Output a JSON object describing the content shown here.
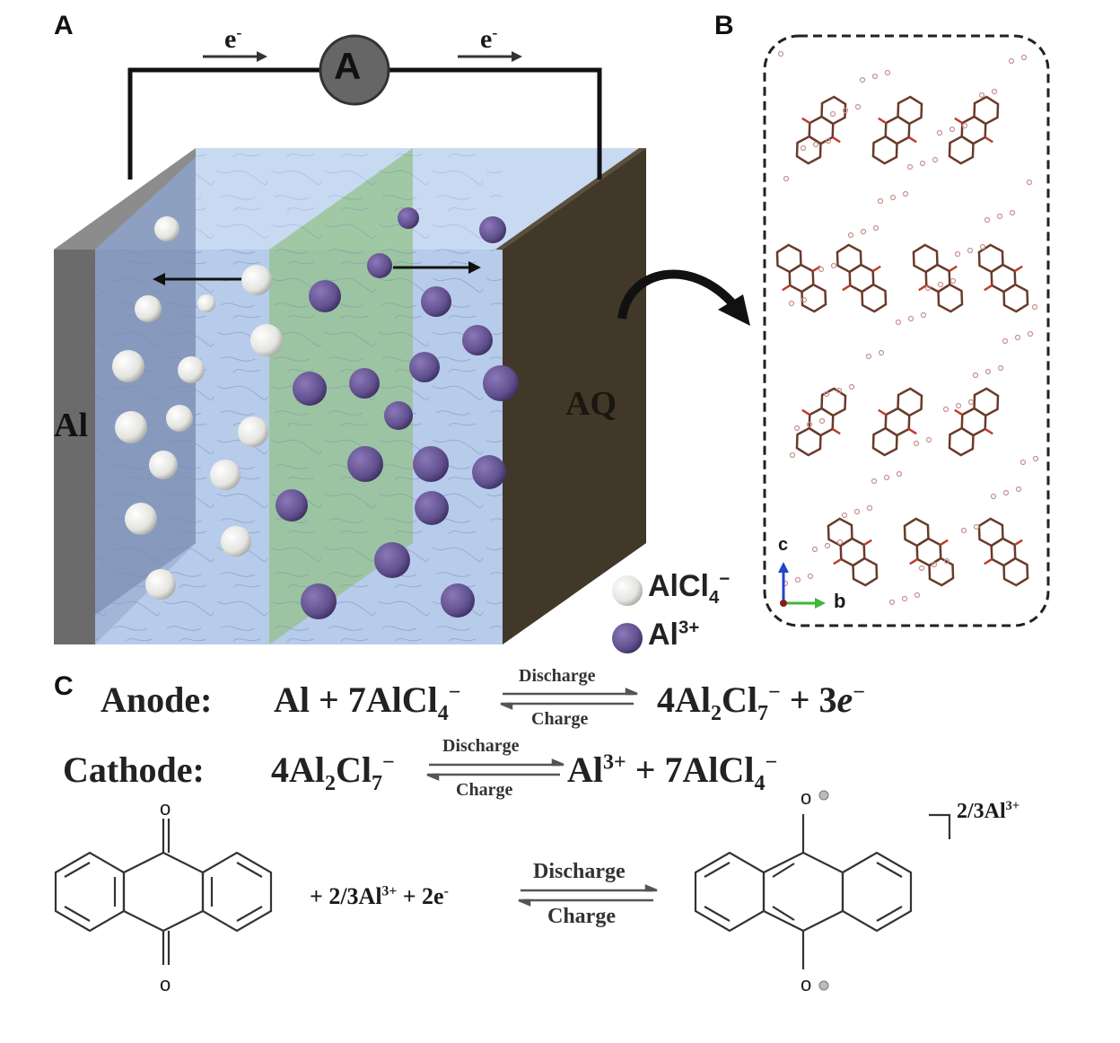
{
  "panels": {
    "a": "A",
    "b": "B",
    "c": "C"
  },
  "panel_a": {
    "ammeter": "A",
    "electron_left": "e",
    "electron_right": "e",
    "electron_sup": "-",
    "anode_label": "Al",
    "cathode_label": "AQ",
    "legend": {
      "white_base": "AlCl",
      "white_sub": "4",
      "white_sup": "−",
      "purple_base": "Al",
      "purple_sup": "3+"
    }
  },
  "panel_b": {
    "axis_c": "c",
    "axis_b": "b"
  },
  "panel_c": {
    "anode": {
      "label": "Anode:",
      "lhs_a": "Al + 7AlCl",
      "lhs_sub": "4",
      "lhs_sup": "−",
      "rhs_a": "4Al",
      "rhs_sub1": "2",
      "rhs_b": "Cl",
      "rhs_sub2": "7",
      "rhs_sup": "−",
      "rhs_c": " + 3",
      "rhs_e": "e",
      "rhs_esup": "−",
      "top": "Discharge",
      "bottom": "Charge"
    },
    "cathode": {
      "label": "Cathode:",
      "lhs_a": "4Al",
      "lhs_sub1": "2",
      "lhs_b": "Cl",
      "lhs_sub2": "7",
      "lhs_sup": "−",
      "rhs_a": "Al",
      "rhs_sup1": "3+",
      "rhs_b": " + 7AlCl",
      "rhs_sub": "4",
      "rhs_sup2": "−",
      "top": "Discharge",
      "bottom": "Charge"
    },
    "aq": {
      "reactant_middle_a": "+ 2/3Al",
      "reactant_middle_sup": "3+",
      "reactant_middle_b": " + 2e",
      "reactant_middle_esup": "-",
      "top": "Discharge",
      "bottom": "Charge",
      "product_counterion": "2/3Al",
      "product_counterion_sup": "3+",
      "oxygen": "o"
    }
  },
  "colors": {
    "anode_plate": "#6e6e6e",
    "cathode_plate": "#3b3226",
    "electrolyte": "#b8ccec",
    "separator": "#93c28a",
    "ion_purple": "#665393",
    "ion_white": "#e4e4e0",
    "aq_molecule": "#6a3a2a"
  }
}
